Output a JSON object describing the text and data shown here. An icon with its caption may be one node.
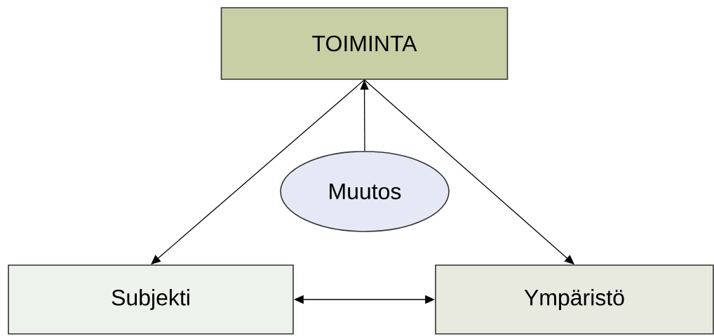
{
  "diagram": {
    "nodes": [
      {
        "text": [
          "TOIMINTA"
        ]
      },
      {
        "text": [
          "Muutos"
        ]
      },
      {
        "text": [
          "Subjekti"
        ]
      },
      {
        "text": [
          "Ympäristö"
        ]
      }
    ],
    "edges": [
      {
        "from": 0,
        "to": 2,
        "arrow": "to"
      },
      {
        "from": 0,
        "to": 3,
        "arrow": "to"
      },
      {
        "from": 1,
        "to": 0,
        "arrow": "to"
      },
      {
        "from": 2,
        "to": 3,
        "arrow": "both"
      }
    ]
  }
}
